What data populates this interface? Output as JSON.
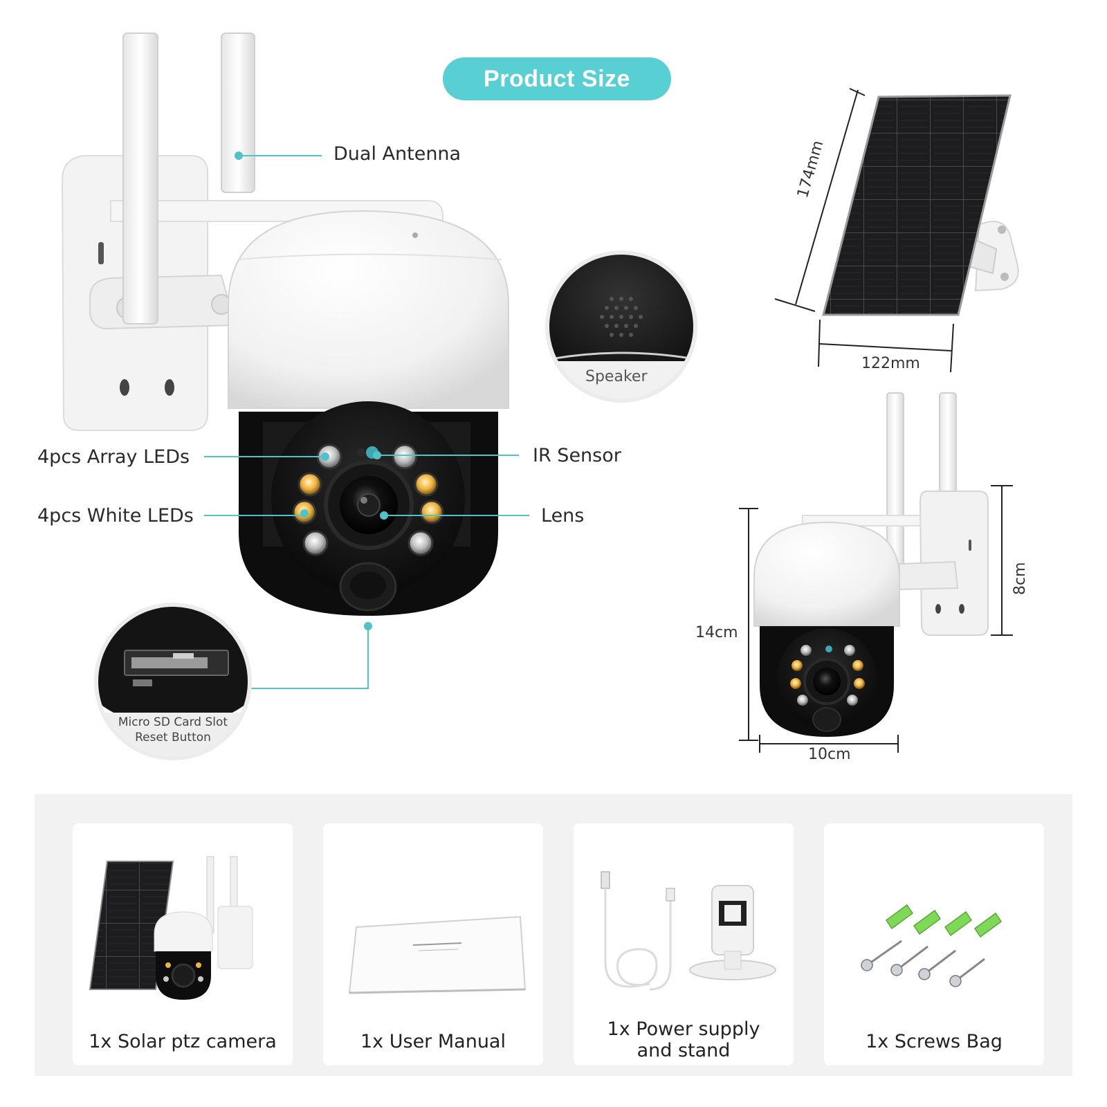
{
  "header": {
    "title": "Product Size"
  },
  "callouts": {
    "dual_antenna": "Dual Antenna",
    "array_leds": "4pcs Array LEDs",
    "ir_sensor": "IR Sensor",
    "white_leds": "4pcs White LEDs",
    "lens": "Lens",
    "speaker": "Speaker",
    "sd_slot_line1": "Micro SD Card Slot",
    "sd_slot_line2": "Reset Button"
  },
  "dimensions": {
    "panel_height": "174mm",
    "panel_width": "122mm",
    "camera_height": "14cm",
    "camera_width": "10cm",
    "bracket_height": "8cm"
  },
  "package": {
    "items": [
      {
        "line1": "1x Solar ptz camera",
        "line2": ""
      },
      {
        "line1": "1x User Manual",
        "line2": ""
      },
      {
        "line1": "1x Power supply",
        "line2": "and stand"
      },
      {
        "line1": "1x Screws Bag",
        "line2": ""
      }
    ]
  },
  "colors": {
    "accent": "#58cfd3",
    "leader": "#4ec3c8",
    "camera_body": "#f4f4f4",
    "camera_face": "#111111",
    "ir_led": "#c9c9c9",
    "white_led": "#f0b23a",
    "anchor_green": "#7ed957"
  }
}
